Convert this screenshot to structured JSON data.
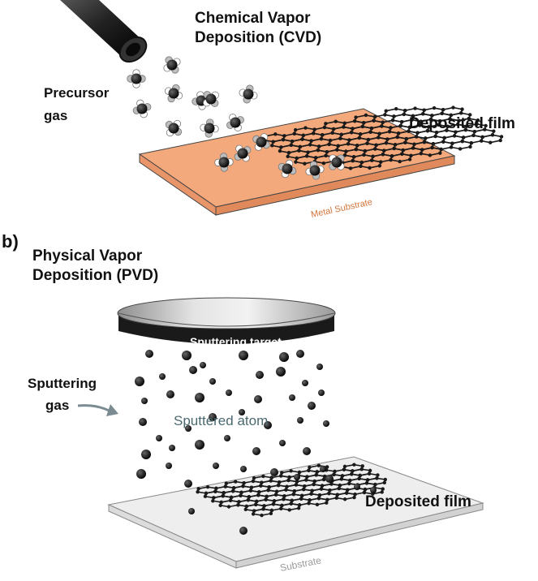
{
  "cvd": {
    "title_line1": "Chemical Vapor",
    "title_line2": "Deposition (CVD)",
    "precursor_line1": "Precursor",
    "precursor_line2": "gas",
    "film_label": "Deposited film",
    "substrate_label": "Metal Substrate"
  },
  "pvd": {
    "section_label": "b)",
    "title_line1": "Physical Vapor",
    "title_line2": "Deposition (PVD)",
    "target_label": "Sputtering target",
    "gas_line1": "Sputtering",
    "gas_line2": "gas",
    "atom_label": "Sputtered atom",
    "film_label": "Deposited film",
    "substrate_label": "Substrate"
  },
  "colors": {
    "metal_substrate": "#f4a97c",
    "metal_substrate_label": "#d4743c",
    "substrate": "#eeeeee",
    "substrate_label": "#9a9a9a",
    "target_top": "#cfcfcf",
    "target_band": "#1a1a1a",
    "atom_label": "#4a6a70",
    "arrow": "#7a8c92",
    "lattice": "#1a1a1a"
  }
}
